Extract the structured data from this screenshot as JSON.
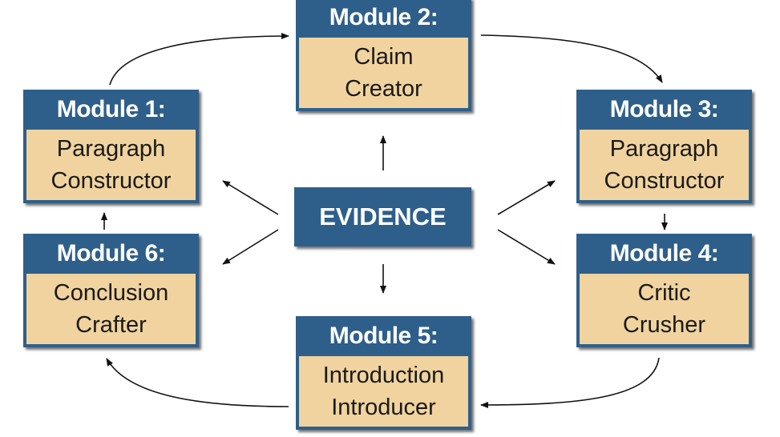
{
  "center": {
    "label": "EVIDENCE"
  },
  "modules": [
    {
      "title": "Module 1:",
      "name": "Paragraph\nConstructor"
    },
    {
      "title": "Module 2:",
      "name": "Claim\nCreator"
    },
    {
      "title": "Module 3:",
      "name": "Paragraph\nConstructor"
    },
    {
      "title": "Module 4:",
      "name": "Critic\nCrusher"
    },
    {
      "title": "Module 5:",
      "name": "Introduction\nIntroducer"
    },
    {
      "title": "Module 6:",
      "name": "Conclusion\nCrafter"
    }
  ],
  "colors": {
    "box_header": "#2e5f8a",
    "box_body": "#f0d39e",
    "arrow": "#111111"
  }
}
